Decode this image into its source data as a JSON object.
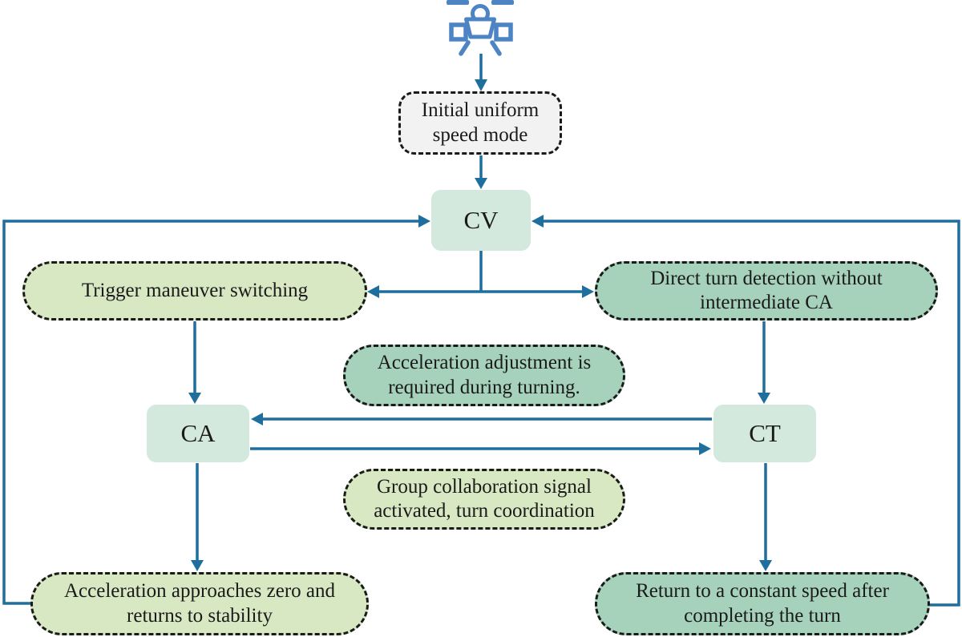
{
  "diagram": {
    "type": "flowchart",
    "colors": {
      "state_fill": "#d3e9dd",
      "light_green_fill": "#d8e8c3",
      "teal_green_fill": "#a6d2bb",
      "initial_fill": "#f2f2f3",
      "connector_line": "#1e6f9e",
      "dashed_border": "#1a1a1a",
      "satellite_blue": "#4d84c4",
      "text": "#1a1a1a"
    },
    "nodes": {
      "initial_mode": {
        "label": "Initial uniform\nspeed mode"
      },
      "cv": {
        "label": "CV"
      },
      "trigger": {
        "label": "Trigger maneuver switching"
      },
      "direct_turn": {
        "label": "Direct turn detection without\nintermediate CA"
      },
      "accel_adjust": {
        "label": "Acceleration adjustment is\nrequired during turning."
      },
      "ca": {
        "label": "CA"
      },
      "ct": {
        "label": "CT"
      },
      "group_collab": {
        "label": "Group collaboration signal\nactivated, turn coordination"
      },
      "accel_zero": {
        "label": "Acceleration approaches zero and\nreturns to stability"
      },
      "return_speed": {
        "label": "Return to a constant speed after\ncompleting the turn"
      }
    },
    "icons": {
      "satellite": "satellite-icon"
    },
    "edges": [
      {
        "from": "satellite",
        "to": "initial_mode"
      },
      {
        "from": "initial_mode",
        "to": "cv"
      },
      {
        "from": "cv",
        "to": "trigger"
      },
      {
        "from": "cv",
        "to": "direct_turn"
      },
      {
        "from": "trigger",
        "to": "ca"
      },
      {
        "from": "direct_turn",
        "to": "ct"
      },
      {
        "from": "ct",
        "to": "ca"
      },
      {
        "from": "ca",
        "to": "ct"
      },
      {
        "from": "ca",
        "to": "accel_zero"
      },
      {
        "from": "ct",
        "to": "return_speed"
      },
      {
        "from": "accel_zero",
        "to": "cv"
      },
      {
        "from": "return_speed",
        "to": "cv"
      }
    ]
  }
}
